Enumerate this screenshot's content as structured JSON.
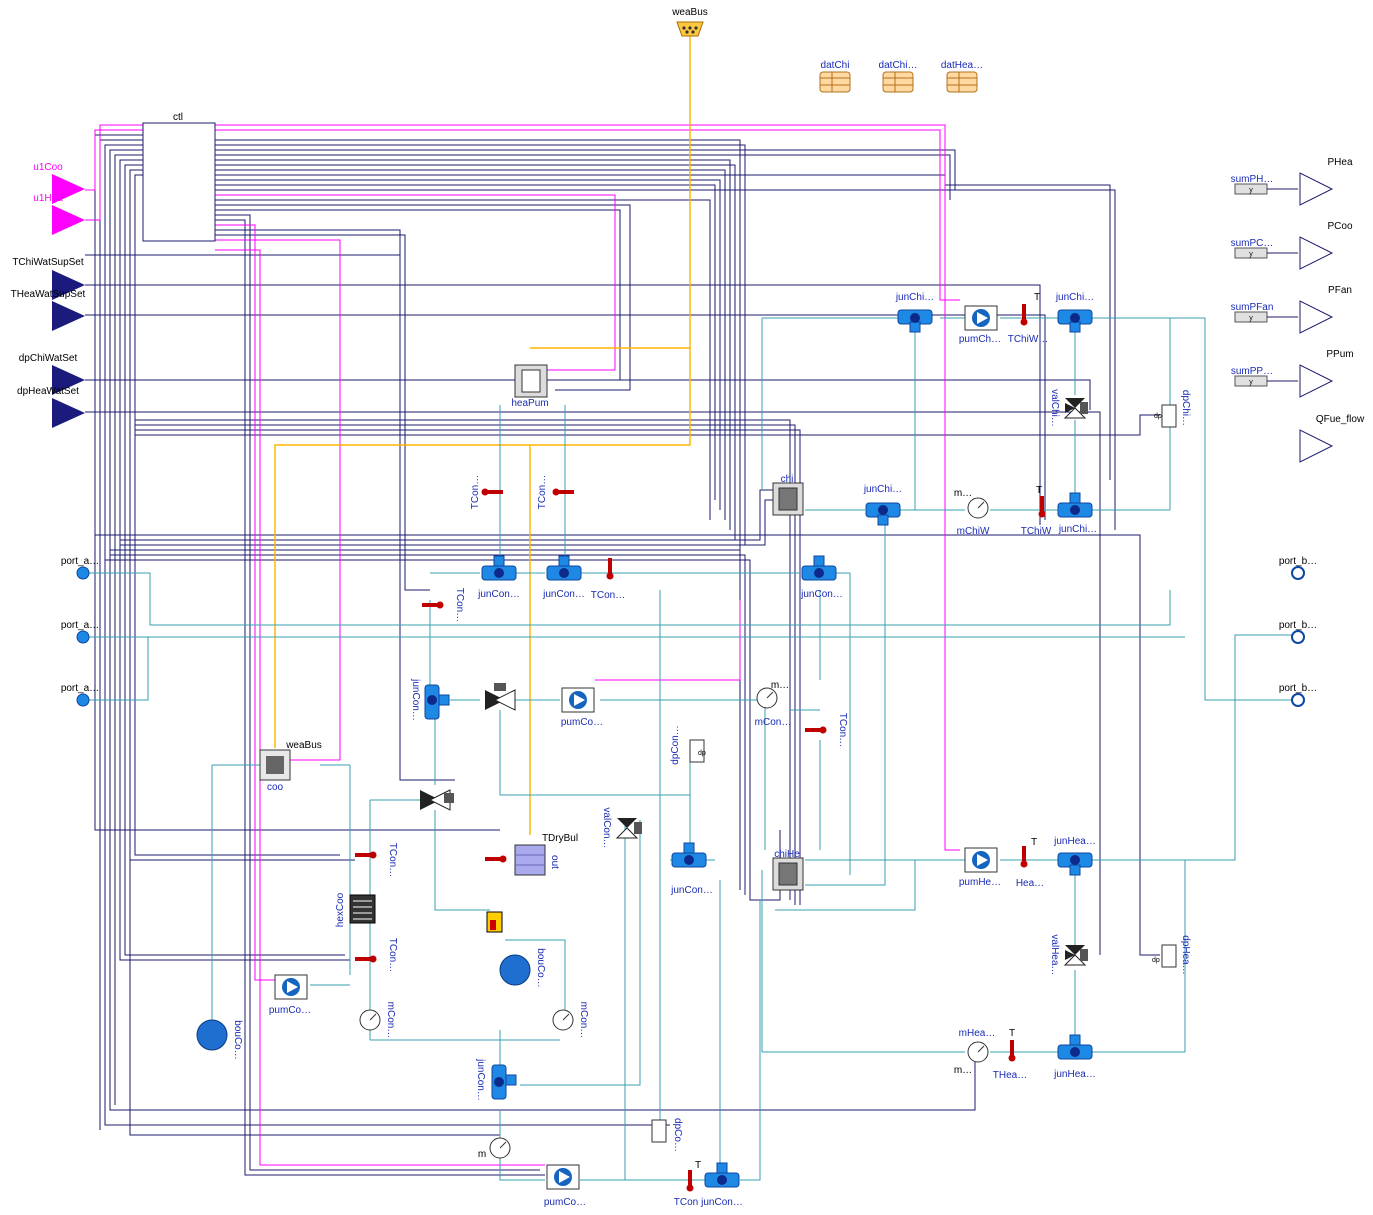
{
  "diagram": {
    "labels": {
      "weaBus_top": "weaBus",
      "datChi1": "datChi",
      "datChi2": "datChi…",
      "datHea": "datHea…",
      "ctl": "ctl",
      "u1Coo": "u1Coo",
      "u1Hea": "u1Hea",
      "TChiWatSupSet": "TChiWatSupSet",
      "THeaWatSupSet": "THeaWatSupSet",
      "dpChiWatSet": "dpChiWatSet",
      "dpHeaWatSet": "dpHeaWatSet",
      "port_a1": "port_a…",
      "port_a2": "port_a…",
      "port_a3": "port_a…",
      "port_b1": "port_b…",
      "port_b2": "port_b…",
      "port_b3": "port_b…",
      "sumPHea": "sumPH…",
      "sumPCoo": "sumPC…",
      "sumPFan": "sumPFan",
      "sumPPum": "sumPP…",
      "PHea": "PHea",
      "PCoo": "PCoo",
      "PFan": "PFan",
      "PPum": "PPum",
      "QFue_flow": "QFue_flow",
      "y": "y",
      "heaPum": "heaPum",
      "junChi1": "junChi…",
      "junChi2": "junChi…",
      "junChi3": "junChi…",
      "junChi4": "junChi…",
      "pumChi": "pumCh…",
      "TChiW1": "TChiW…",
      "TChiW2": "TChiW",
      "mChiW": "mChiW",
      "m_dot1": "m…",
      "valChi": "valChi…",
      "dpChi": "dpChi…",
      "chi": "chi",
      "TCon1": "TCon…",
      "TCon2": "TCon…",
      "TCon3": "TCon…",
      "TCon4": "TCon…",
      "TCon5": "TCon…",
      "TCon6": "TCon…",
      "TCon7": "TCon…",
      "TConBot": "TCon",
      "junCon1": "junCon…",
      "junCon2": "junCon…",
      "junCon3": "junCon…",
      "junCon4": "junCon…",
      "junCon5": "junCon…",
      "junCon6": "junCon…",
      "junConBot": "junCon…",
      "pumCon1": "pumCo…",
      "pumCon2": "pumCo…",
      "pumCon3": "pumCo…",
      "mCon1": "mCon…",
      "mCon2": "mCon…",
      "mCon3": "mCon…",
      "m_dot2": "m…",
      "dpCon1": "dpCon…",
      "dpCon2": "dpCo…",
      "valCon": "valCon…",
      "weaBus_coo": "weaBus",
      "coo": "coo",
      "hexCoo": "hexCoo",
      "bouCon1": "bouCo…",
      "bouCon2": "bouCo…",
      "TDryBul": "TDryBul",
      "out": "out",
      "chiHea": "chiHe",
      "junHea1": "junHea…",
      "junHea2": "junHea…",
      "pumHea": "pumHe…",
      "THea1": "Hea…",
      "THea2": "THea…",
      "mHea": "mHea…",
      "m_dot3": "m…",
      "valHea": "valHea…",
      "dpHea": "dpHea…",
      "T": "T",
      "dp": "dp",
      "m": "m"
    },
    "colors": {
      "control_wire": "#1b1b6e",
      "fluid_wire": "#3aa0b0",
      "weather_bus": "#ffb300",
      "boolean_signal": "#ff00ff",
      "component_blue": "#1565c0",
      "sensor_red": "#c00000"
    },
    "icons": {
      "weather_bus": "weather-bus-connector-icon",
      "record": "data-record-icon",
      "pump": "pump-icon",
      "junction": "junction-icon",
      "sensor_temperature": "thermometer-icon",
      "sensor_flow": "flow-meter-icon",
      "valve": "three-way-valve-icon",
      "tank": "expansion-tank-icon",
      "heat_pump": "heat-pump-icon",
      "chiller": "chiller-icon",
      "cooler": "dry-cooler-icon",
      "heat_exchanger": "heat-exchanger-icon",
      "adder": "adder-block-icon",
      "output": "real-output-icon",
      "input_boolean": "boolean-input-icon",
      "input_real": "real-input-icon",
      "port": "fluid-port-icon"
    }
  }
}
